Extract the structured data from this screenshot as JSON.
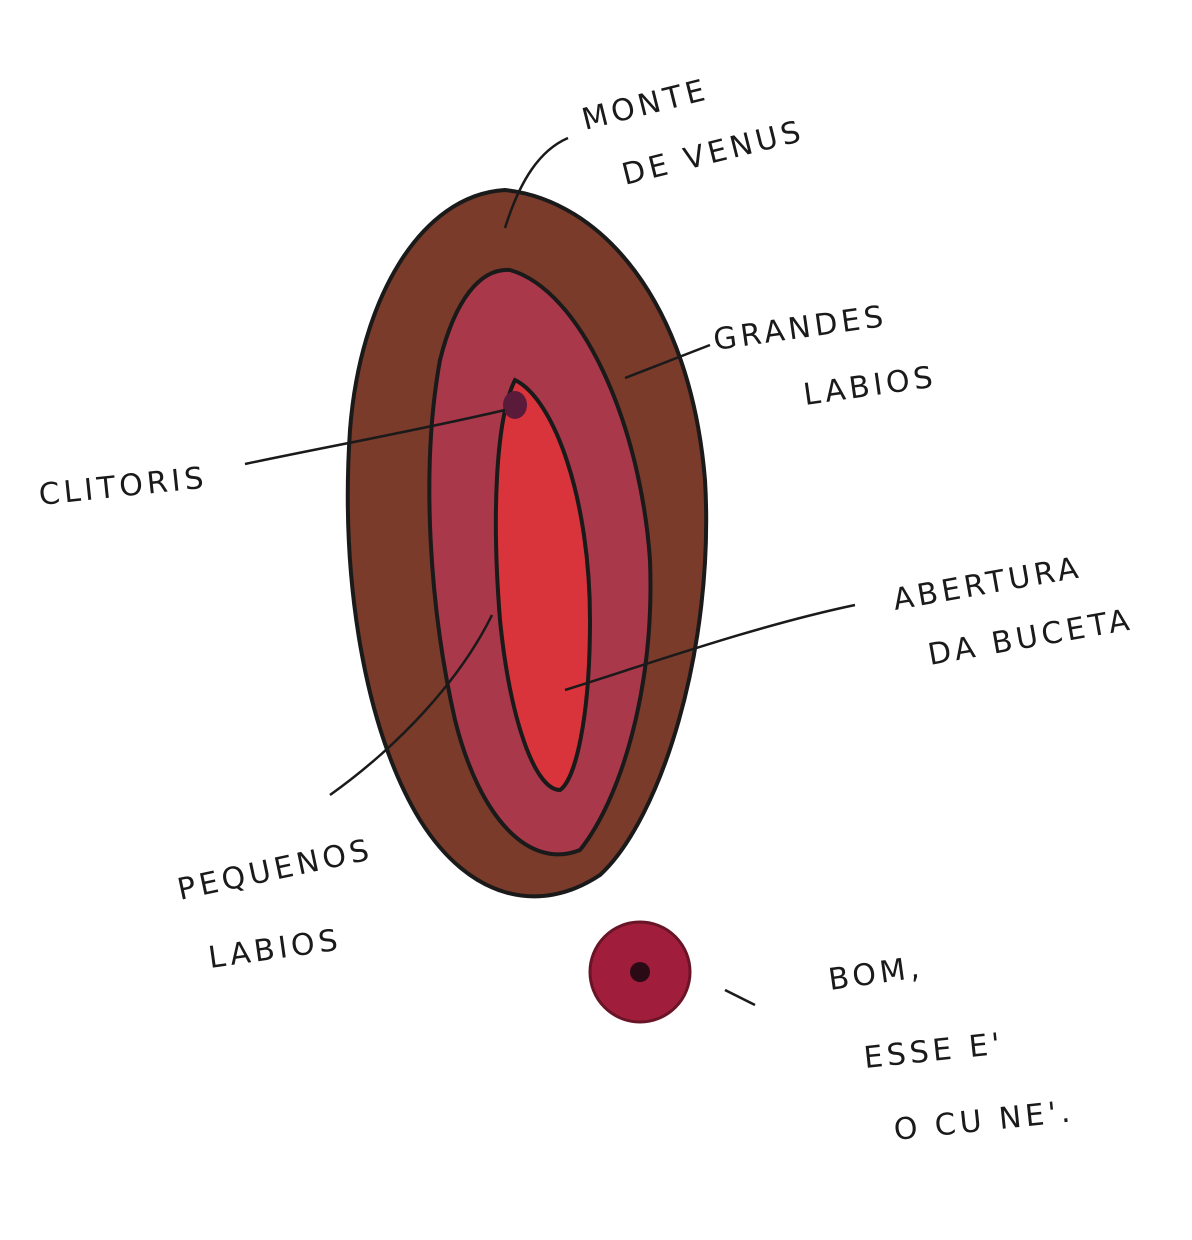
{
  "labels": {
    "monte_line1": "MONTE",
    "monte_line2": "DE VENUS",
    "grandes_line1": "GRANDES",
    "grandes_line2": "LABIOS",
    "clitoris": "CLITORIS",
    "abertura_line1": "ABERTURA",
    "abertura_line2": "DA BUCETA",
    "pequenos_line1": "PEQUENOS",
    "pequenos_line2": "LABIOS",
    "note_line1": "BOM,",
    "note_line2": "ESSE E'",
    "note_line3": "O CU NE'."
  },
  "colors": {
    "outer": "#7a3b2a",
    "middle": "#a8384a",
    "inner": "#d9343c",
    "ink": "#1a1a1a",
    "dot": "#a01e3c"
  }
}
